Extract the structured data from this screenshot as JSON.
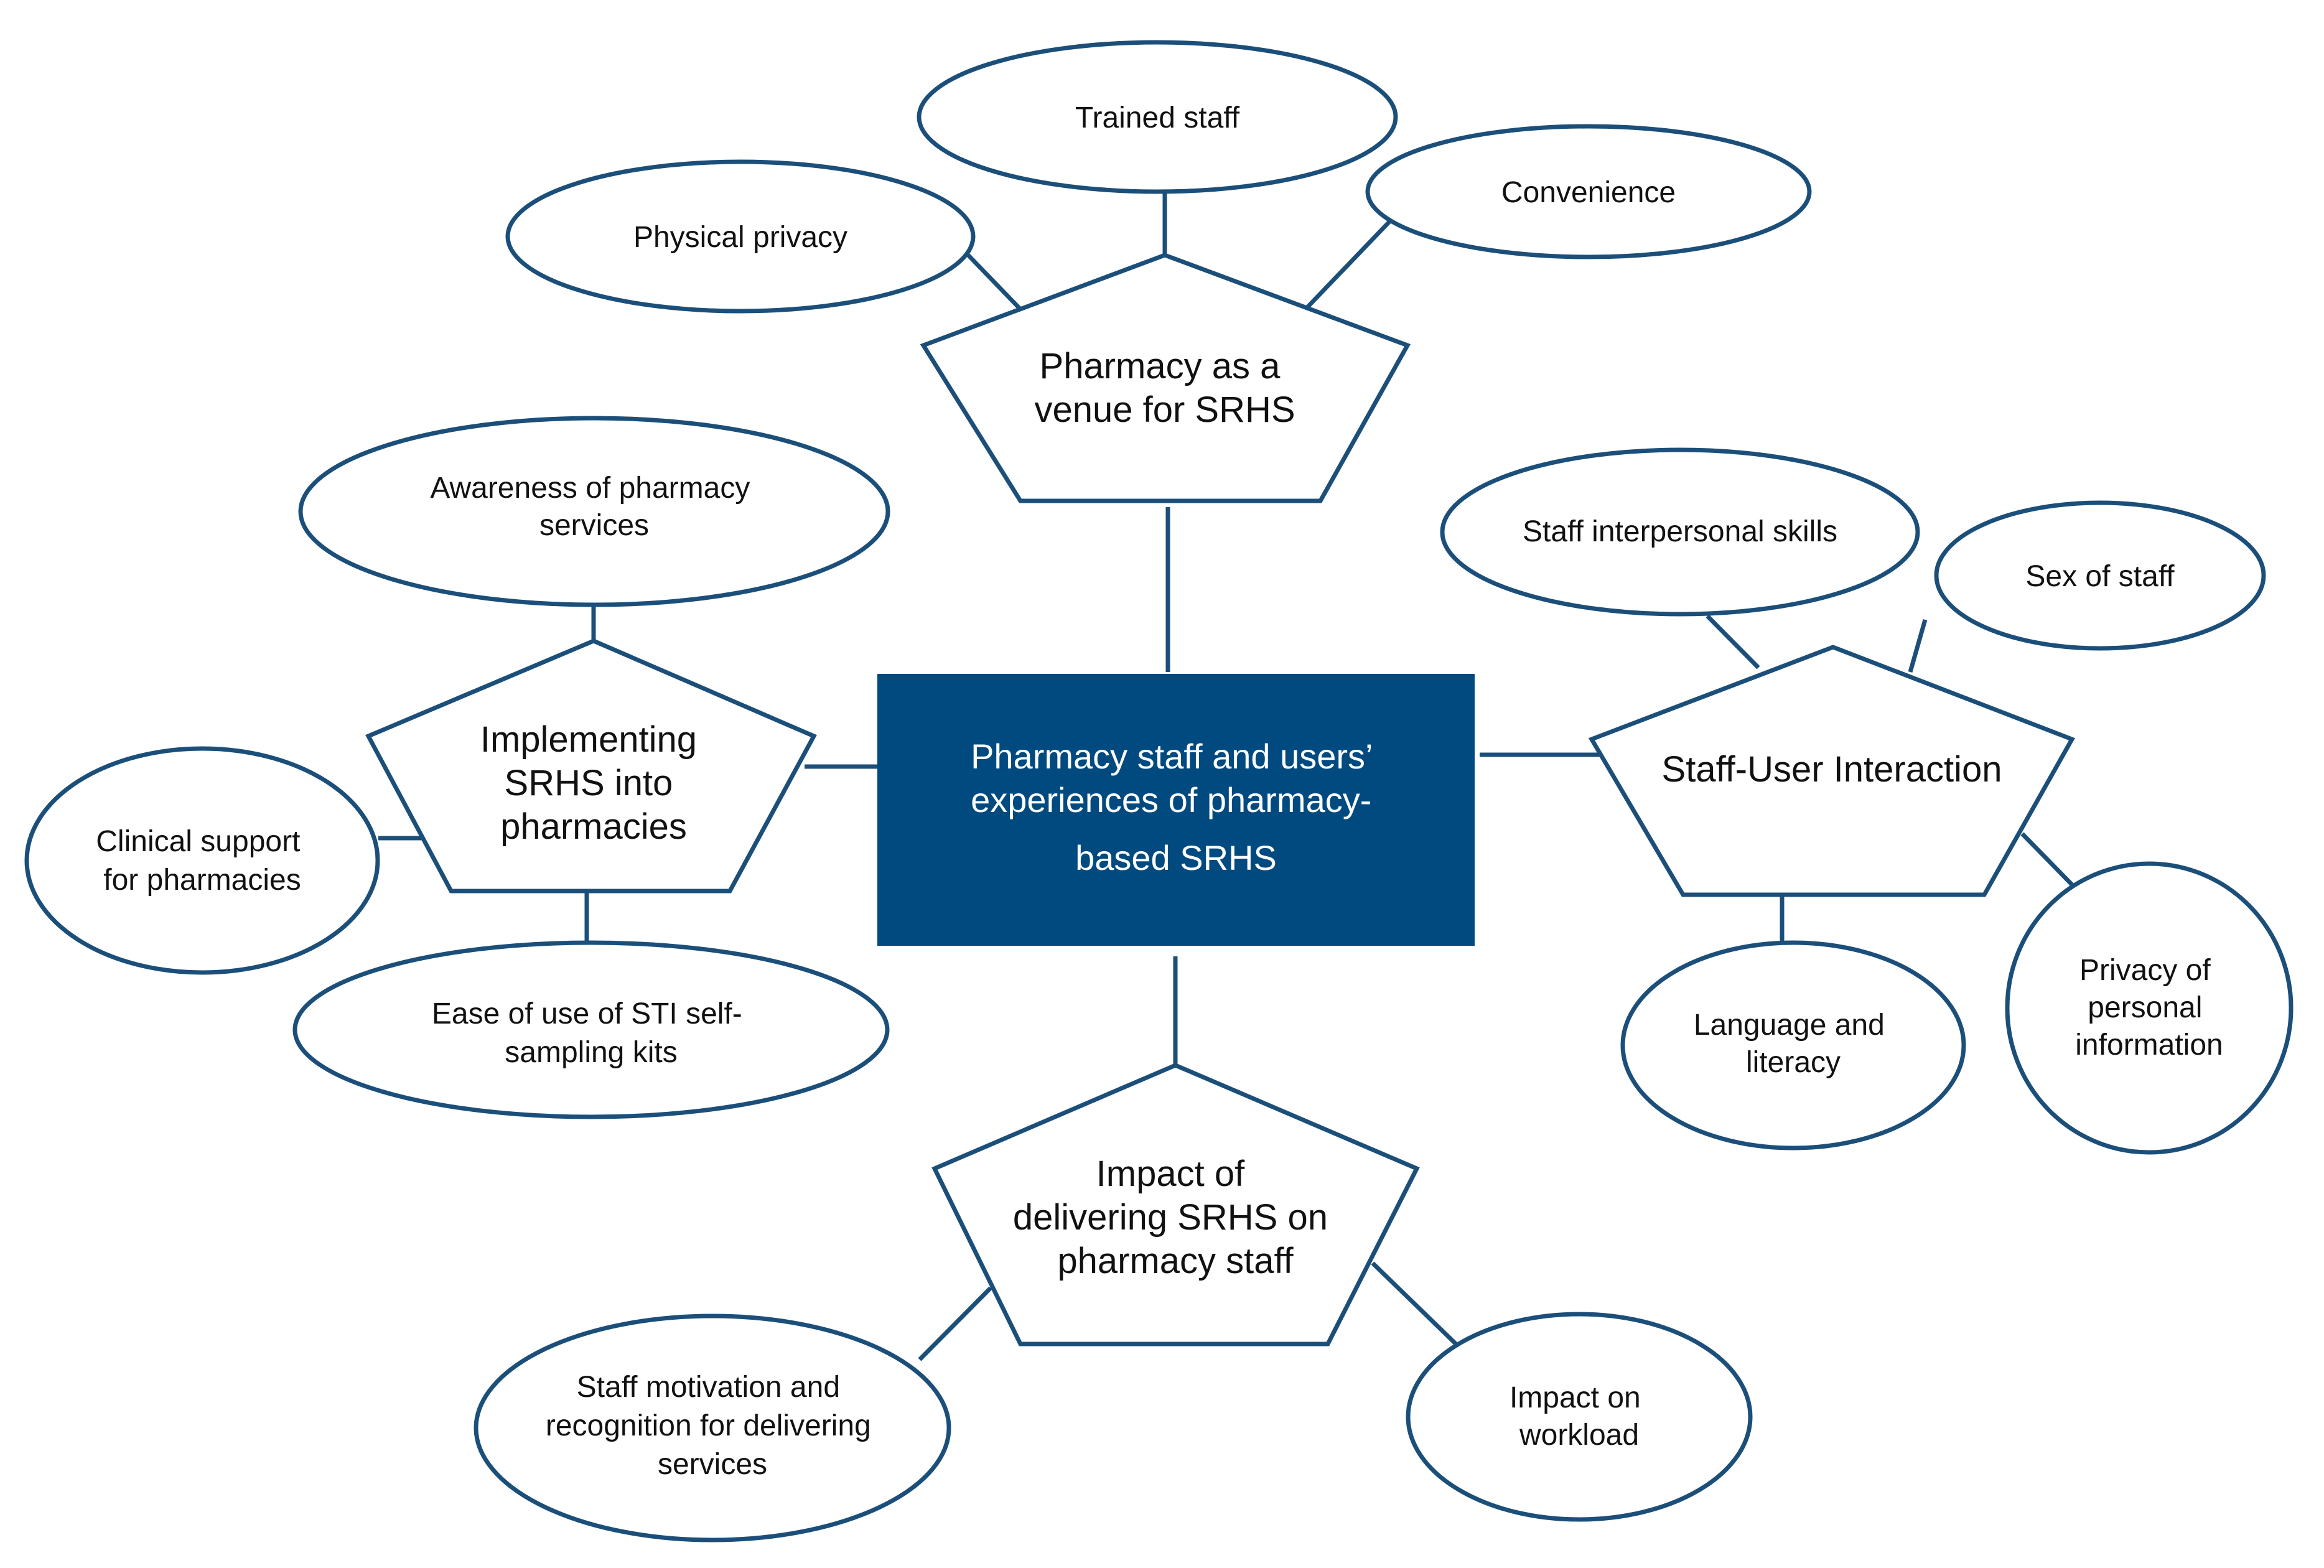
{
  "colors": {
    "stroke": "#1b4f7a",
    "center_fill": "#004a80",
    "center_text": "#ffffff",
    "text": "#111111",
    "background": "#ffffff"
  },
  "center": {
    "lines": [
      "Pharmacy staff and users’",
      "experiences of pharmacy-",
      "based SRHS"
    ]
  },
  "themes": {
    "venue": {
      "lines": [
        "Pharmacy as a",
        "venue for SRHS"
      ]
    },
    "implementing": {
      "lines": [
        "Implementing",
        "SRHS into",
        "pharmacies"
      ]
    },
    "interaction": {
      "lines": [
        "Staff-User Interaction"
      ]
    },
    "impact": {
      "lines": [
        "Impact of",
        "delivering SRHS on",
        "pharmacy staff"
      ]
    }
  },
  "subthemes": {
    "trained_staff": {
      "lines": [
        "Trained staff"
      ]
    },
    "physical_privacy": {
      "lines": [
        "Physical privacy"
      ]
    },
    "convenience": {
      "lines": [
        "Convenience"
      ]
    },
    "awareness": {
      "lines": [
        "Awareness of pharmacy",
        "services"
      ]
    },
    "clinical_support": {
      "lines": [
        "Clinical support",
        "for pharmacies"
      ]
    },
    "ease_of_use": {
      "lines": [
        "Ease of use of STI self-",
        "sampling kits"
      ]
    },
    "interpersonal": {
      "lines": [
        "Staff interpersonal skills"
      ]
    },
    "sex_of_staff": {
      "lines": [
        "Sex of staff"
      ]
    },
    "language": {
      "lines": [
        "Language and",
        "literacy"
      ]
    },
    "privacy_info": {
      "lines": [
        "Privacy of",
        "personal",
        "information"
      ]
    },
    "motivation": {
      "lines": [
        "Staff motivation and",
        "recognition for delivering",
        "services"
      ]
    },
    "workload": {
      "lines": [
        "Impact on",
        "workload"
      ]
    }
  }
}
